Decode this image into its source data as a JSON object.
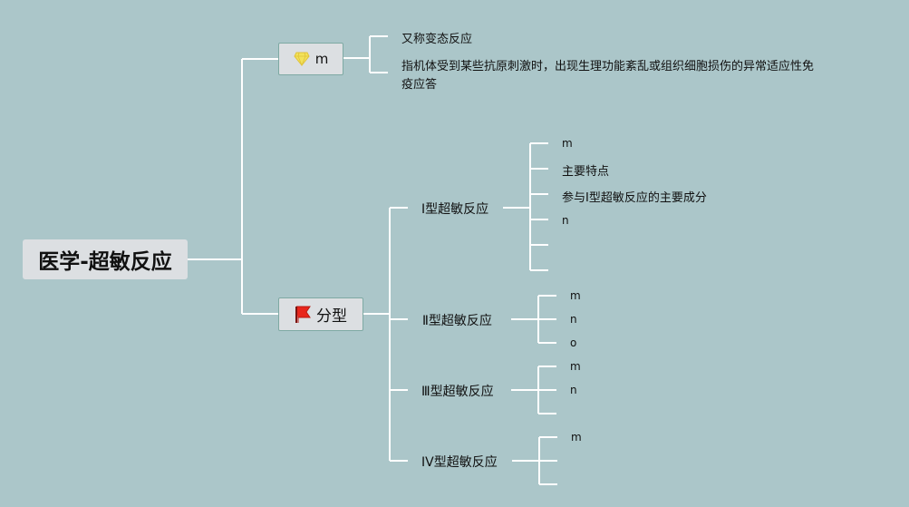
{
  "root": {
    "title": "医学-超敏反应"
  },
  "definition": {
    "label": "m",
    "icon": "diamond-icon",
    "items": [
      "又称变态反应",
      "指机体受到某些抗原刺激时，出现生理功能紊乱或组织细胞损伤的异常适应性免",
      "疫应答"
    ]
  },
  "types": {
    "label": "分型",
    "icon": "red-flag-icon",
    "type1": {
      "label": "I型超敏反应",
      "items": [
        "m",
        "主要特点",
        "参与Ⅰ型超敏反应的主要成分",
        "n"
      ]
    },
    "type2": {
      "label": "Ⅱ型超敏反应",
      "items": [
        "m",
        "n",
        "o"
      ]
    },
    "type3": {
      "label": "Ⅲ型超敏反应",
      "items": [
        "m",
        "n"
      ]
    },
    "type4": {
      "label": "IV型超敏反应",
      "items": [
        "m"
      ]
    }
  },
  "colors": {
    "background": "#abc6c9",
    "line": "#ffffff",
    "box": "#dcdfe2",
    "box_border": "#7ea9a3",
    "flag": "#e8261c",
    "diamond": "#f2e25a"
  }
}
